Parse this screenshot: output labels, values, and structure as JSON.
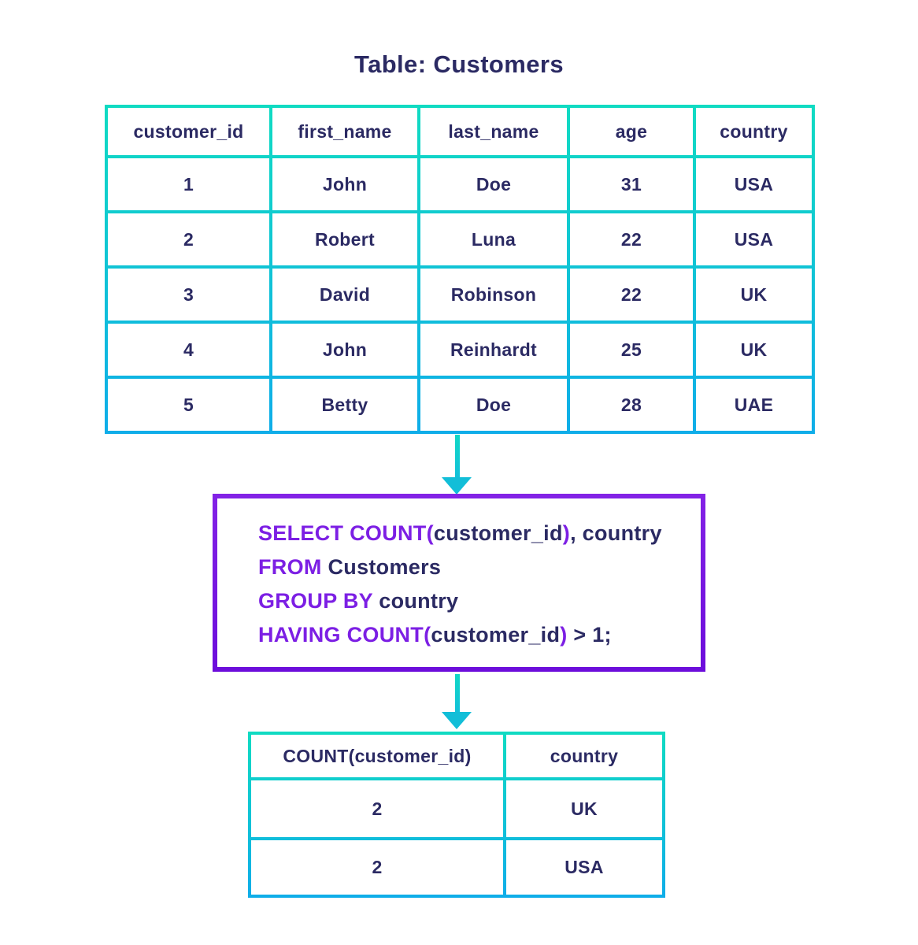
{
  "title": "Table: Customers",
  "colors": {
    "text_navy": "#2b2a63",
    "keyword_purple": "#7c1fe4",
    "table_border_top": "#10dbc2",
    "table_border_bottom": "#0fade9",
    "query_border_top": "#8322e6",
    "query_border_bottom": "#6c0ddb",
    "arrow_teal": "#12bed8",
    "background": "#ffffff"
  },
  "customers_table": {
    "headers": [
      "customer_id",
      "first_name",
      "last_name",
      "age",
      "country"
    ],
    "rows": [
      [
        "1",
        "John",
        "Doe",
        "31",
        "USA"
      ],
      [
        "2",
        "Robert",
        "Luna",
        "22",
        "USA"
      ],
      [
        "3",
        "David",
        "Robinson",
        "22",
        "UK"
      ],
      [
        "4",
        "John",
        "Reinhardt",
        "25",
        "UK"
      ],
      [
        "5",
        "Betty",
        "Doe",
        "28",
        "UAE"
      ]
    ]
  },
  "sql_query": {
    "full_text": "SELECT COUNT(customer_id), country FROM Customers GROUP BY country HAVING COUNT(customer_id) > 1;",
    "lines": [
      {
        "segments": [
          {
            "text": "SELECT COUNT(",
            "role": "keyword"
          },
          {
            "text": "customer_id",
            "role": "identifier"
          },
          {
            "text": ")",
            "role": "keyword"
          },
          {
            "text": ", country",
            "role": "identifier"
          }
        ]
      },
      {
        "segments": [
          {
            "text": "FROM",
            "role": "keyword"
          },
          {
            "text": " Customers",
            "role": "identifier"
          }
        ]
      },
      {
        "segments": [
          {
            "text": "GROUP BY",
            "role": "keyword"
          },
          {
            "text": " country",
            "role": "identifier"
          }
        ]
      },
      {
        "segments": [
          {
            "text": "HAVING COUNT(",
            "role": "keyword"
          },
          {
            "text": "customer_id",
            "role": "identifier"
          },
          {
            "text": ")",
            "role": "keyword"
          },
          {
            "text": " > 1;",
            "role": "identifier"
          }
        ]
      }
    ]
  },
  "result_table": {
    "headers": [
      "COUNT(customer_id)",
      "country"
    ],
    "rows": [
      [
        "2",
        "UK"
      ],
      [
        "2",
        "USA"
      ]
    ]
  }
}
